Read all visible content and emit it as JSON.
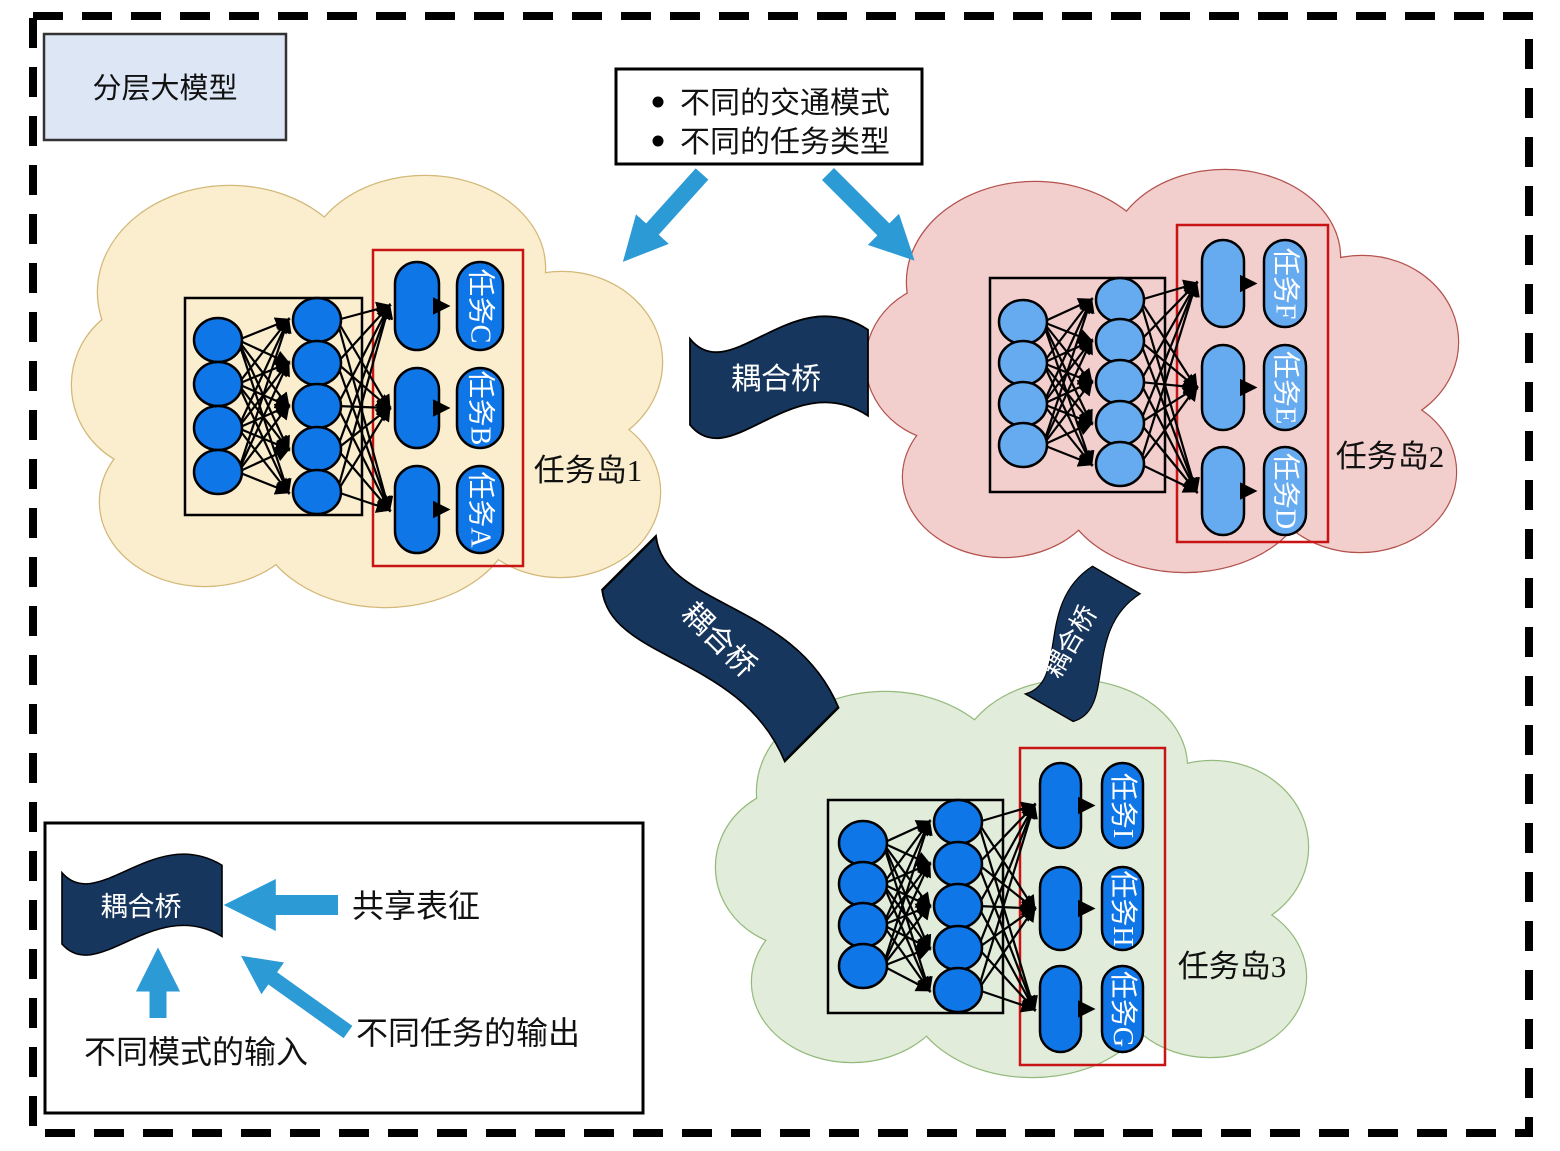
{
  "title": "分层大模型",
  "callout": {
    "bullets": [
      "不同的交通模式",
      "不同的任务类型"
    ]
  },
  "clouds": [
    {
      "name": "任务岛1",
      "tasks": [
        "任务C",
        "任务B",
        "任务A"
      ]
    },
    {
      "name": "任务岛2",
      "tasks": [
        "任务F",
        "任务E",
        "任务D"
      ]
    },
    {
      "name": "任务岛3",
      "tasks": [
        "任务I",
        "任务H",
        "任务G"
      ]
    }
  ],
  "bridges": [
    {
      "label": "耦合桥"
    },
    {
      "label": "耦合桥"
    },
    {
      "label": "耦合桥"
    }
  ],
  "legend": {
    "bridge_label": "耦合桥",
    "shared_representation_label": "共享表征",
    "inputs_label": "不同模式的输入",
    "outputs_label": "不同任务的输出"
  },
  "icons": {
    "bridge_shape": "wave-ribbon",
    "flow_arrow": "thick-blue-arrow"
  },
  "colors": {
    "arrow_blue": "#2B9AD5",
    "bridge_navy": "#17365D",
    "node_blue": "#0F76E8",
    "node_light_blue": "#66AAF0",
    "cloud1_fill": "#FAEECF",
    "cloud1_stroke": "#D3B878",
    "cloud2_fill": "#F2CFCC",
    "cloud2_stroke": "#B3524E",
    "cloud3_fill": "#E2ECDA",
    "cloud3_stroke": "#94BB7D",
    "output_box_red": "#C81414",
    "model_box_fill": "#DCE6F5"
  }
}
